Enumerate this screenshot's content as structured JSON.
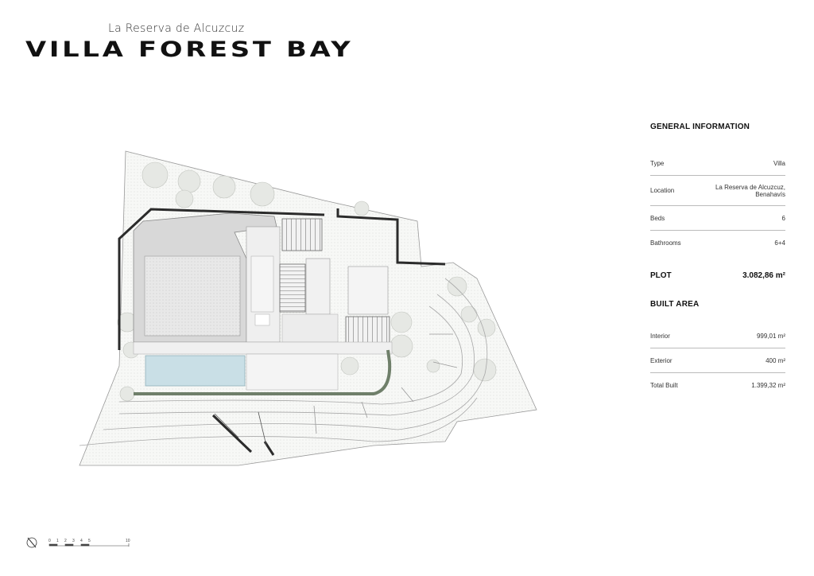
{
  "header": {
    "subtitle": "La Reserva de Alcuzcuz",
    "title": "VILLA FOREST BAY"
  },
  "general_information": {
    "heading": "GENERAL INFORMATION",
    "rows": [
      {
        "label": "Type",
        "value": "Villa"
      },
      {
        "label": "Location",
        "value_line1": "La Reserva de Alcuzcuz,",
        "value_line2": "Benahavís"
      },
      {
        "label": "Beds",
        "value": "6"
      },
      {
        "label": "Bathrooms",
        "value": "6+4"
      }
    ]
  },
  "plot": {
    "label": "PLOT",
    "value": "3.082,86 m²"
  },
  "built_area": {
    "heading": "BUILT AREA",
    "rows": [
      {
        "label": "Interior",
        "value": "999,01 m²"
      },
      {
        "label": "Exterior",
        "value": "400 m²"
      },
      {
        "label": "Total Built",
        "value": "1.399,32 m²"
      }
    ]
  },
  "scale_bar": {
    "ticks": [
      "0",
      "1",
      "2",
      "3",
      "4",
      "5",
      "10"
    ]
  },
  "colors": {
    "wall": "#2b2b2b",
    "pool": "#c9dfe6",
    "roof": "#d6d6d6",
    "vegetation": "#e2e5e0",
    "hedge": "#6f7f6a"
  }
}
